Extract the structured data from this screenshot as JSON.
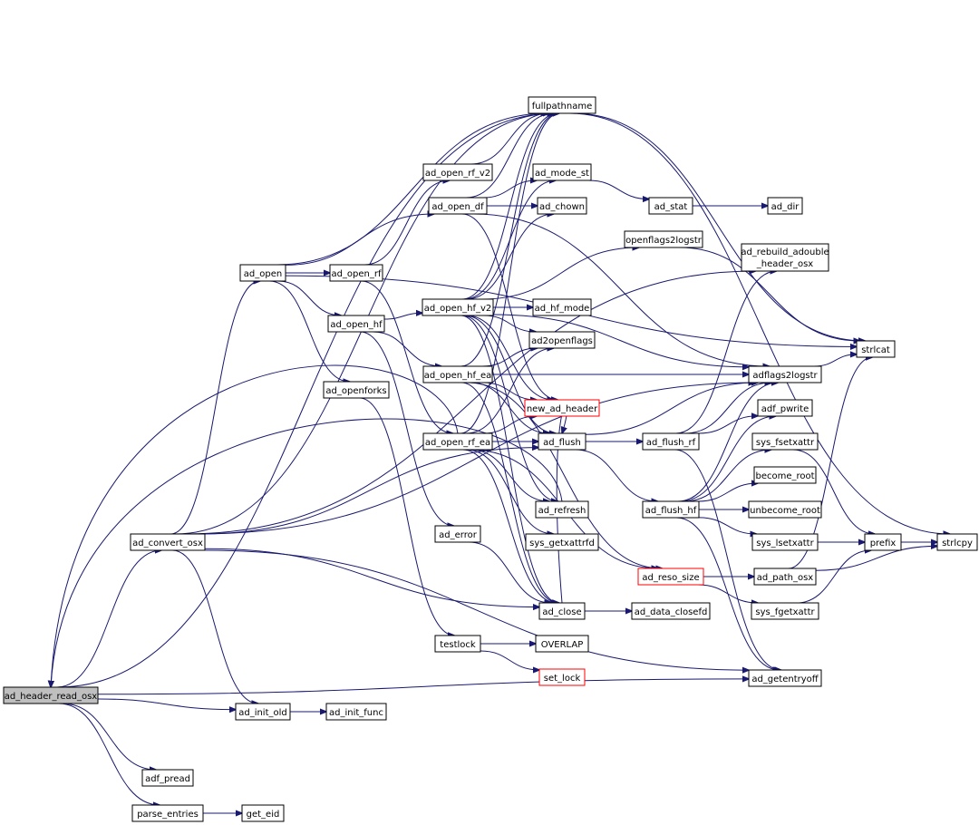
{
  "diagram": {
    "nodes": [
      {
        "id": "ad_header_read_osx",
        "label": "ad_header_read_osx",
        "root": true
      },
      {
        "id": "ad_convert_osx",
        "label": "ad_convert_osx"
      },
      {
        "id": "ad_open",
        "label": "ad_open"
      },
      {
        "id": "ad_open_rf",
        "label": "ad_open_rf"
      },
      {
        "id": "ad_open_hf",
        "label": "ad_open_hf"
      },
      {
        "id": "ad_openforks",
        "label": "ad_openforks"
      },
      {
        "id": "fullpathname",
        "label": "fullpathname"
      },
      {
        "id": "ad_open_rf_v2",
        "label": "ad_open_rf_v2"
      },
      {
        "id": "ad_open_df",
        "label": "ad_open_df"
      },
      {
        "id": "ad_mode_st",
        "label": "ad_mode_st"
      },
      {
        "id": "ad_chown",
        "label": "ad_chown"
      },
      {
        "id": "ad_stat",
        "label": "ad_stat"
      },
      {
        "id": "ad_dir",
        "label": "ad_dir"
      },
      {
        "id": "openflags2logstr",
        "label": "openflags2logstr"
      },
      {
        "id": "ad_rebuild_adouble_header_osx",
        "label": "ad_rebuild_adouble",
        "label2": "_header_osx"
      },
      {
        "id": "ad_open_hf_v2",
        "label": "ad_open_hf_v2"
      },
      {
        "id": "ad_hf_mode",
        "label": "ad_hf_mode"
      },
      {
        "id": "ad2openflags",
        "label": "ad2openflags"
      },
      {
        "id": "strlcat",
        "label": "strlcat"
      },
      {
        "id": "ad_open_hf_ea",
        "label": "ad_open_hf_ea"
      },
      {
        "id": "adflags2logstr",
        "label": "adflags2logstr"
      },
      {
        "id": "new_ad_header",
        "label": "new_ad_header",
        "warn": true
      },
      {
        "id": "adf_pwrite",
        "label": "adf_pwrite"
      },
      {
        "id": "ad_open_rf_ea",
        "label": "ad_open_rf_ea"
      },
      {
        "id": "ad_flush",
        "label": "ad_flush"
      },
      {
        "id": "ad_flush_rf",
        "label": "ad_flush_rf"
      },
      {
        "id": "sys_fsetxattr",
        "label": "sys_fsetxattr"
      },
      {
        "id": "become_root",
        "label": "become_root"
      },
      {
        "id": "ad_refresh",
        "label": "ad_refresh"
      },
      {
        "id": "ad_flush_hf",
        "label": "ad_flush_hf"
      },
      {
        "id": "unbecome_root",
        "label": "unbecome_root"
      },
      {
        "id": "ad_error",
        "label": "ad_error"
      },
      {
        "id": "sys_getxattrfd",
        "label": "sys_getxattrfd"
      },
      {
        "id": "sys_lsetxattr",
        "label": "sys_lsetxattr"
      },
      {
        "id": "prefix",
        "label": "prefix"
      },
      {
        "id": "strlcpy",
        "label": "strlcpy"
      },
      {
        "id": "ad_reso_size",
        "label": "ad_reso_size",
        "warn": true
      },
      {
        "id": "ad_path_osx",
        "label": "ad_path_osx"
      },
      {
        "id": "ad_close",
        "label": "ad_close"
      },
      {
        "id": "ad_data_closefd",
        "label": "ad_data_closefd"
      },
      {
        "id": "sys_fgetxattr",
        "label": "sys_fgetxattr"
      },
      {
        "id": "testlock",
        "label": "testlock"
      },
      {
        "id": "OVERLAP",
        "label": "OVERLAP"
      },
      {
        "id": "set_lock",
        "label": "set_lock",
        "warn": true
      },
      {
        "id": "ad_getentryoff",
        "label": "ad_getentryoff"
      },
      {
        "id": "ad_init_old",
        "label": "ad_init_old"
      },
      {
        "id": "ad_init_func",
        "label": "ad_init_func"
      },
      {
        "id": "adf_pread",
        "label": "adf_pread"
      },
      {
        "id": "parse_entries",
        "label": "parse_entries"
      },
      {
        "id": "get_eid",
        "label": "get_eid"
      }
    ],
    "edges": [
      [
        "ad_header_read_osx",
        "ad_convert_osx"
      ],
      [
        "ad_header_read_osx",
        "ad_init_old"
      ],
      [
        "ad_header_read_osx",
        "ad_getentryoff"
      ],
      [
        "ad_header_read_osx",
        "adf_pread"
      ],
      [
        "ad_header_read_osx",
        "parse_entries"
      ],
      [
        "ad_header_read_osx",
        "fullpathname"
      ],
      [
        "ad_convert_osx",
        "ad_open"
      ],
      [
        "ad_convert_osx",
        "fullpathname"
      ],
      [
        "ad_convert_osx",
        "ad_rebuild_adouble_header_osx"
      ],
      [
        "ad_convert_osx",
        "adflags2logstr"
      ],
      [
        "ad_convert_osx",
        "ad_flush"
      ],
      [
        "ad_convert_osx",
        "ad_close"
      ],
      [
        "ad_convert_osx",
        "ad_init_old"
      ],
      [
        "ad_convert_osx",
        "ad_getentryoff"
      ],
      [
        "ad_open",
        "fullpathname"
      ],
      [
        "ad_open",
        "ad_open_rf"
      ],
      [
        "ad_open",
        "ad_open_hf"
      ],
      [
        "ad_open",
        "ad_openforks"
      ],
      [
        "ad_open",
        "ad_open_df"
      ],
      [
        "ad_open",
        "strlcat"
      ],
      [
        "ad_open_rf",
        "ad_open_rf_v2"
      ],
      [
        "ad_open_rf",
        "ad_open_rf_ea"
      ],
      [
        "ad_open_hf",
        "ad_open_hf_v2"
      ],
      [
        "ad_open_hf",
        "ad_open_hf_ea"
      ],
      [
        "ad_open_hf",
        "ad_error"
      ],
      [
        "ad_openforks",
        "testlock"
      ],
      [
        "ad_open_rf_v2",
        "fullpathname"
      ],
      [
        "ad_open_df",
        "fullpathname"
      ],
      [
        "ad_open_df",
        "ad_mode_st"
      ],
      [
        "ad_open_df",
        "ad_chown"
      ],
      [
        "ad_open_df",
        "adflags2logstr"
      ],
      [
        "ad_open_df",
        "new_ad_header"
      ],
      [
        "ad_mode_st",
        "ad_stat"
      ],
      [
        "ad_stat",
        "ad_dir"
      ],
      [
        "ad_open_hf_v2",
        "fullpathname"
      ],
      [
        "ad_open_hf_v2",
        "ad_mode_st"
      ],
      [
        "ad_open_hf_v2",
        "ad_chown"
      ],
      [
        "ad_open_hf_v2",
        "openflags2logstr"
      ],
      [
        "ad_open_hf_v2",
        "ad_hf_mode"
      ],
      [
        "ad_open_hf_v2",
        "ad2openflags"
      ],
      [
        "ad_open_hf_v2",
        "adflags2logstr"
      ],
      [
        "ad_open_hf_v2",
        "new_ad_header"
      ],
      [
        "ad_open_hf_v2",
        "ad_flush"
      ],
      [
        "ad_open_hf_v2",
        "ad_refresh"
      ],
      [
        "ad_open_hf_v2",
        "ad_close"
      ],
      [
        "ad_open_hf_ea",
        "fullpathname"
      ],
      [
        "ad_open_hf_ea",
        "ad2openflags"
      ],
      [
        "ad_open_hf_ea",
        "adflags2logstr"
      ],
      [
        "ad_open_hf_ea",
        "new_ad_header"
      ],
      [
        "ad_open_hf_ea",
        "ad_flush"
      ],
      [
        "ad_open_hf_ea",
        "ad_reso_size"
      ],
      [
        "ad_open_hf_ea",
        "ad_close"
      ],
      [
        "ad_open_rf_ea",
        "fullpathname"
      ],
      [
        "ad_open_rf_ea",
        "ad2openflags"
      ],
      [
        "ad_open_rf_ea",
        "new_ad_header"
      ],
      [
        "ad_open_rf_ea",
        "ad_flush"
      ],
      [
        "ad_open_rf_ea",
        "ad_refresh"
      ],
      [
        "ad_open_rf_ea",
        "sys_getxattrfd"
      ],
      [
        "ad_open_rf_ea",
        "ad_reso_size"
      ],
      [
        "ad_open_rf_ea",
        "ad_close"
      ],
      [
        "ad_open_rf_ea",
        "ad_header_read_osx"
      ],
      [
        "openflags2logstr",
        "strlcat"
      ],
      [
        "adflags2logstr",
        "strlcat"
      ],
      [
        "fullpathname",
        "strlcat"
      ],
      [
        "fullpathname",
        "strlcpy"
      ],
      [
        "ad_flush",
        "ad_flush_rf"
      ],
      [
        "ad_flush",
        "ad_flush_hf"
      ],
      [
        "ad_flush",
        "adflags2logstr"
      ],
      [
        "ad_flush_rf",
        "ad_rebuild_adouble_header_osx"
      ],
      [
        "ad_flush_rf",
        "adflags2logstr"
      ],
      [
        "ad_flush_rf",
        "adf_pwrite"
      ],
      [
        "ad_flush_rf",
        "ad_getentryoff"
      ],
      [
        "ad_flush_hf",
        "adflags2logstr"
      ],
      [
        "ad_flush_hf",
        "adf_pwrite"
      ],
      [
        "ad_flush_hf",
        "sys_fsetxattr"
      ],
      [
        "ad_flush_hf",
        "become_root"
      ],
      [
        "ad_flush_hf",
        "unbecome_root"
      ],
      [
        "ad_flush_hf",
        "sys_lsetxattr"
      ],
      [
        "ad_flush_hf",
        "ad_getentryoff"
      ],
      [
        "ad_refresh",
        "ad_header_read_osx"
      ],
      [
        "ad_error",
        "ad_close"
      ],
      [
        "ad_reso_size",
        "ad_path_osx"
      ],
      [
        "ad_reso_size",
        "sys_fgetxattr"
      ],
      [
        "ad_close",
        "ad_data_closefd"
      ],
      [
        "ad_close",
        "ad_flush"
      ],
      [
        "sys_fsetxattr",
        "prefix"
      ],
      [
        "sys_lsetxattr",
        "prefix"
      ],
      [
        "sys_fgetxattr",
        "prefix"
      ],
      [
        "prefix",
        "strlcpy"
      ],
      [
        "ad_path_osx",
        "strlcpy"
      ],
      [
        "ad_path_osx",
        "strlcat"
      ],
      [
        "testlock",
        "OVERLAP"
      ],
      [
        "testlock",
        "set_lock"
      ],
      [
        "ad_init_old",
        "ad_init_func"
      ],
      [
        "parse_entries",
        "get_eid"
      ]
    ]
  }
}
